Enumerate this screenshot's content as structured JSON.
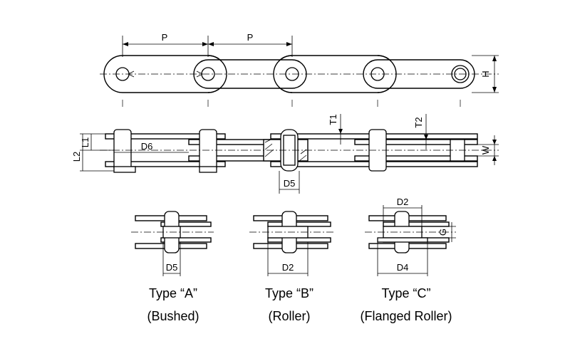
{
  "labels": {
    "pitch_left": "P",
    "pitch_right": "P",
    "height": "H",
    "t1": "T1",
    "t2": "T2",
    "l1": "L1",
    "l2": "L2",
    "d6": "D6",
    "w": "W",
    "d5_side": "D5",
    "d5_type_a": "D5",
    "d2_type_b": "D2",
    "d2_type_c": "D2",
    "d4_type_c": "D4",
    "g_type_c": "G"
  },
  "types": [
    {
      "title": "Type “A”",
      "subtitle": "(Bushed)"
    },
    {
      "title": "Type “B”",
      "subtitle": "(Roller)"
    },
    {
      "title": "Type “C”",
      "subtitle": "(Flanged Roller)"
    }
  ]
}
